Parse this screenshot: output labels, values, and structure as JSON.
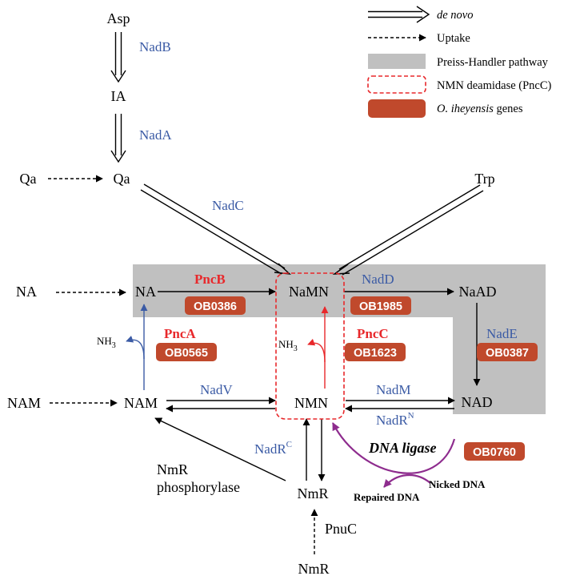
{
  "legend": {
    "denovo": "de novo",
    "uptake": "Uptake",
    "preiss": "Preiss-Handler pathway",
    "pncc": "NMN deamidase (PncC)",
    "genes_species": "O. iheyensis",
    "genes_suffix": " genes"
  },
  "nodes": {
    "asp": "Asp",
    "ia": "IA",
    "qa_left": "Qa",
    "qa": "Qa",
    "trp": "Trp",
    "na_left": "NA",
    "na": "NA",
    "namn": "NaMN",
    "naad": "NaAD",
    "nam_left": "NAM",
    "nam": "NAM",
    "nmn": "NMN",
    "nad": "NAD",
    "nmr": "NmR",
    "nmr_bottom": "NmR",
    "nh3": "NH",
    "nh3_sub": "3"
  },
  "enzymes": {
    "nadb": "NadB",
    "nada": "NadA",
    "nadc": "NadC",
    "nadd": "NadD",
    "nade": "NadE",
    "nadv": "NadV",
    "nadm": "NadM",
    "nadr": "NadR",
    "nadr_n_sup": "N",
    "nadr_c_sup": "C",
    "pncb": "PncB",
    "pnca": "PncA",
    "pncc": "PncC",
    "pnuc": "PnuC",
    "nmr_phos_line1": "NmR",
    "nmr_phos_line2": "phosphorylase",
    "dna_ligase": "DNA ligase",
    "nicked": "Nicked DNA",
    "repaired": "Repaired DNA"
  },
  "genes": {
    "ob0386": "OB0386",
    "ob1985": "OB1985",
    "ob0565": "OB0565",
    "ob1623": "OB1623",
    "ob0387": "OB0387",
    "ob0760": "OB0760"
  },
  "colors": {
    "gray": "#c0c0c0",
    "blue": "#3b5ba5",
    "red": "#e8282b",
    "gene_box": "#c0492c",
    "purple": "#8e2c8e"
  }
}
